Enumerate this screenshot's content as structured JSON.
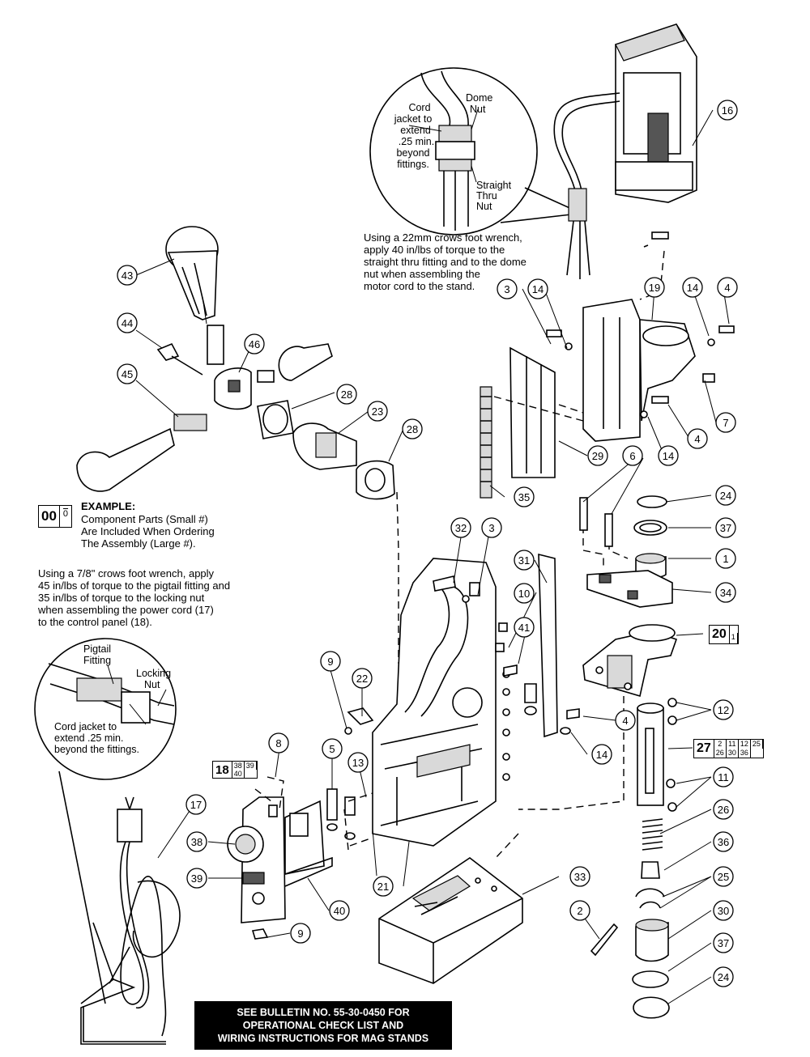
{
  "callouts": [
    "1",
    "2",
    "3",
    "3",
    "4",
    "4",
    "4",
    "5",
    "6",
    "7",
    "8",
    "9",
    "9",
    "10",
    "11",
    "12",
    "13",
    "14",
    "14",
    "14",
    "14",
    "16",
    "17",
    "19",
    "21",
    "22",
    "23",
    "24",
    "24",
    "25",
    "26",
    "28",
    "28",
    "29",
    "30",
    "31",
    "32",
    "33",
    "34",
    "35",
    "36",
    "37",
    "37",
    "38",
    "39",
    "40",
    "41",
    "43",
    "44",
    "45",
    "46"
  ],
  "detail_top": {
    "cord_jacket": "Cord\njacket to\nextend\n.25 min.\nbeyond\nfittings.",
    "dome_nut": "Dome\nNut",
    "straight_thru": "Straight\nThru\nNut"
  },
  "note_top": "Using a 22mm crows foot wrench,\napply 40 in/lbs of torque to the\nstraight thru fitting and to the dome\nnut when assembling the\nmotor cord to the stand.",
  "example": {
    "num": "00",
    "sub": "0",
    "title": "EXAMPLE:",
    "text": "Component Parts (Small #)\nAre Included When Ordering\nThe Assembly (Large #)."
  },
  "note_left": "Using a 7/8\" crows foot wrench, apply\n45 in/lbs of torque to the pigtail fitting and\n35 in/lbs of torque to the locking nut\nwhen assembling the power cord (17)\nto the control panel (18).",
  "detail_left": {
    "pigtail": "Pigtail\nFitting",
    "locking": "Locking\nNut",
    "cord": "Cord jacket to\nextend .25 min.\nbeyond the fittings."
  },
  "assemblies": {
    "a18": {
      "num": "18",
      "subs": [
        "38",
        "39",
        "40"
      ]
    },
    "a20": {
      "num": "20",
      "subs": [
        "1"
      ]
    },
    "a27": {
      "num": "27",
      "subs": [
        "2",
        "11",
        "12",
        "25",
        "26",
        "30",
        "36"
      ]
    }
  },
  "bulletin": "SEE BULLETIN NO. 55-30-0450 FOR\nOPERATIONAL CHECK LIST AND\nWIRING INSTRUCTIONS FOR MAG STANDS"
}
